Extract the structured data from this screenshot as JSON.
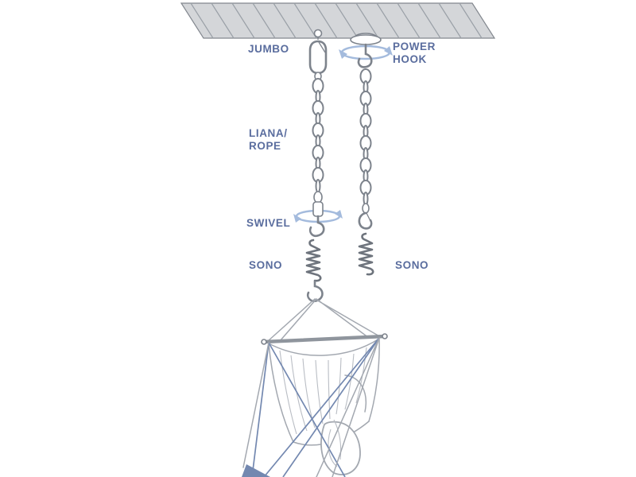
{
  "colors": {
    "label": "#5a6d9e",
    "accent": "#a4bbdd",
    "metal": "#7d838c",
    "chair": "#a3a8b0",
    "rope-blue": "#7388b0",
    "ceiling-fill": "#d4d6d9",
    "hatch": "#9aa0a7"
  },
  "labels": {
    "jumbo": "JUMBO",
    "power_line1": "POWER",
    "power_line2": "HOOK",
    "liana_line1": "LIANA/",
    "liana_line2": "ROPE",
    "swivel": "SWIVEL",
    "sono_left": "SONO",
    "sono_right": "SONO"
  }
}
